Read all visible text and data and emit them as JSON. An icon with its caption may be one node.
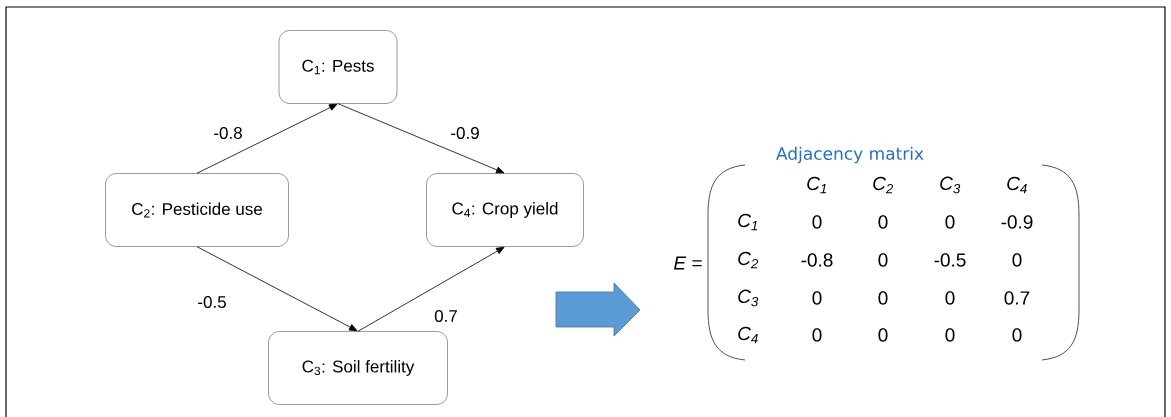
{
  "diagram": {
    "nodes": [
      {
        "text": [
          "C$_{1}$: Pests"
        ]
      },
      {
        "text": [
          "C$_{2}$: Pesticide use"
        ]
      },
      {
        "text": [
          "C$_{4}$: Crop yield"
        ]
      },
      {
        "text": [
          "C$_{3}$: Soil fertility"
        ]
      }
    ],
    "edges": [
      {
        "from": 1,
        "to": 0,
        "arrow": "to",
        "label": "-0.8"
      },
      {
        "from": 0,
        "to": 2,
        "arrow": "to",
        "label": "-0.9"
      },
      {
        "from": 1,
        "to": 3,
        "arrow": "to",
        "label": "-0.5"
      },
      {
        "from": 3,
        "to": 2,
        "arrow": "to",
        "label": "0.7"
      }
    ],
    "labels": [
      "Adjacency matrix",
      "*E* =",
      "C$_{1}$",
      "C$_{2}$",
      "C$_{3}$",
      "C$_{4}$",
      "C$_{1}$",
      "0",
      "0",
      "0",
      "-0.9",
      "C$_{2}$",
      "-0.8",
      "0",
      "-0.5",
      "0",
      "C$_{3}$",
      "0",
      "0",
      "0",
      "0.7",
      "C$_{4}$",
      "0",
      "0",
      "0",
      "0"
    ]
  }
}
